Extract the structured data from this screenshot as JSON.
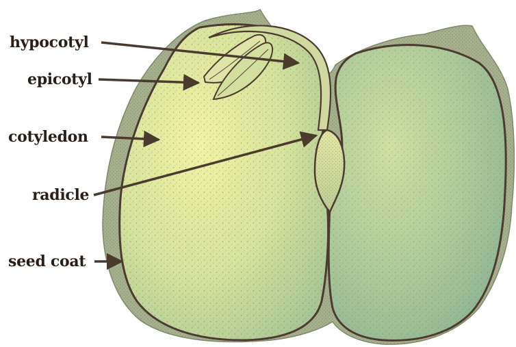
{
  "labels": {
    "hypocotyl": "hypocotyl",
    "epicotyl": "epicotyl",
    "cotyledon": "cotyledon",
    "radicle": "radicle",
    "seed_coat": "seed coat"
  },
  "colors": {
    "background": "#ffffff",
    "label_text": "#2a1f16",
    "arrow": "#4a3b2e",
    "cotyledon_light": "#eef0a4",
    "cotyledon_mid": "#c9dca0",
    "cotyledon_dark": "#8ab394",
    "seed_coat": "#9aa889",
    "outline": "#4c3a30",
    "stipple": "#6b5846"
  }
}
